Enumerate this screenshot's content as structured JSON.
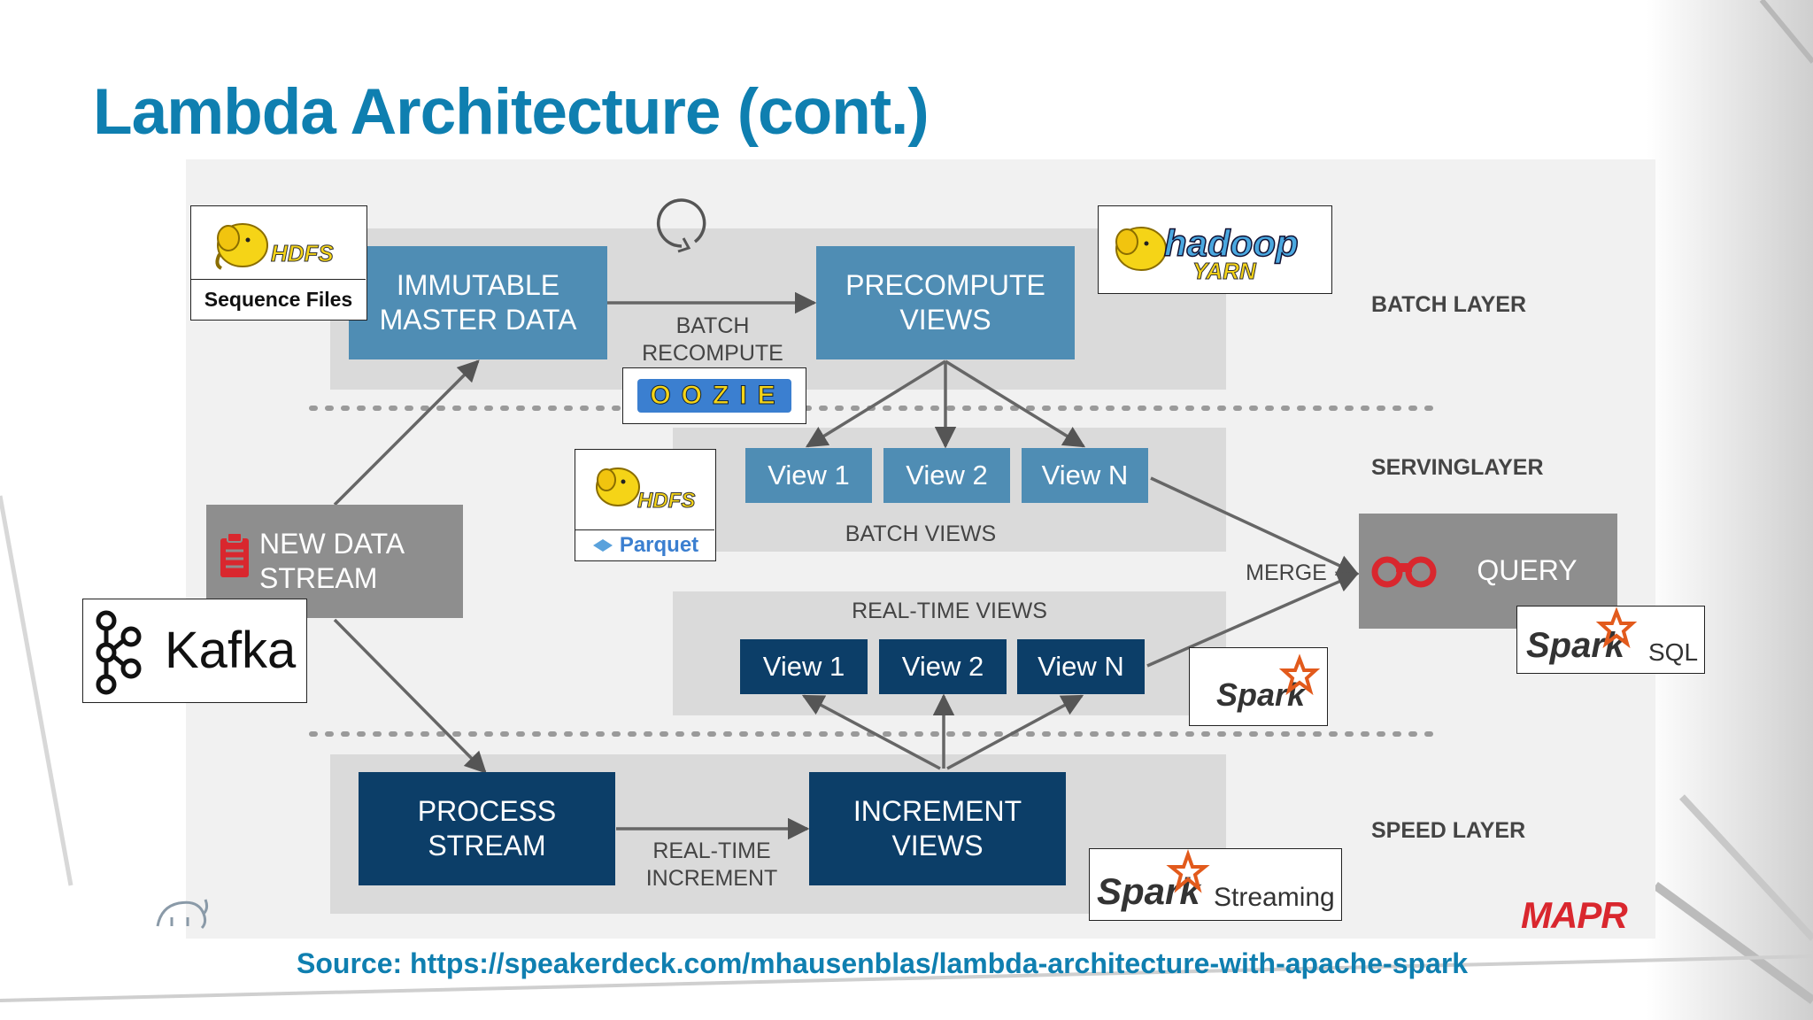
{
  "slide": {
    "title": "Lambda Architecture (cont.)",
    "source": "Source: https://speakerdeck.com/mhausenblas/lambda-architecture-with-apache-spark"
  },
  "diagram": {
    "layers": {
      "batch": "BATCH LAYER",
      "serving": "SERVINGLAYER",
      "speed": "SPEED LAYER"
    },
    "boxes": {
      "immutable_master_data": "IMMUTABLE\nMASTER DATA",
      "precompute_views": "PRECOMPUTE\nVIEWS",
      "new_data_stream": "NEW DATA\nSTREAM",
      "query": "QUERY",
      "process_stream": "PROCESS\nSTREAM",
      "increment_views": "INCREMENT\nVIEWS"
    },
    "batch_views": {
      "items": [
        "View 1",
        "View 2",
        "View N"
      ],
      "caption": "BATCH VIEWS"
    },
    "realtime_views": {
      "items": [
        "View 1",
        "View  2",
        "View N"
      ],
      "caption": "REAL-TIME VIEWS"
    },
    "edge_labels": {
      "batch_recompute": "BATCH\nRECOMPUTE",
      "merge": "MERGE",
      "realtime_increment": "REAL-TIME\nINCREMENT"
    },
    "logos": {
      "hdfs_top": {
        "text": "HDFS",
        "caption": "Sequence Files"
      },
      "hadoop_yarn": {
        "text": "hadoop",
        "sub": "YARN"
      },
      "oozie": {
        "text": "OOZIE"
      },
      "hdfs_parquet": {
        "text": "HDFS",
        "caption": "Parquet"
      },
      "kafka": {
        "text": "Kafka"
      },
      "spark": {
        "text": "Spark"
      },
      "spark_sql": {
        "text": "Spark",
        "sub": "SQL"
      },
      "spark_streaming": {
        "text": "Spark",
        "sub": "Streaming"
      },
      "mapr": {
        "text": "MAPR"
      }
    },
    "colors": {
      "title": "#0f7fb0",
      "batch_box": "#4f8db4",
      "speed_box": "#0c3e68",
      "stream_query_box": "#8e8e8e",
      "band": "#dadada",
      "mapr": "#d9272e",
      "hadoop_yellow": "#f5d417"
    }
  }
}
